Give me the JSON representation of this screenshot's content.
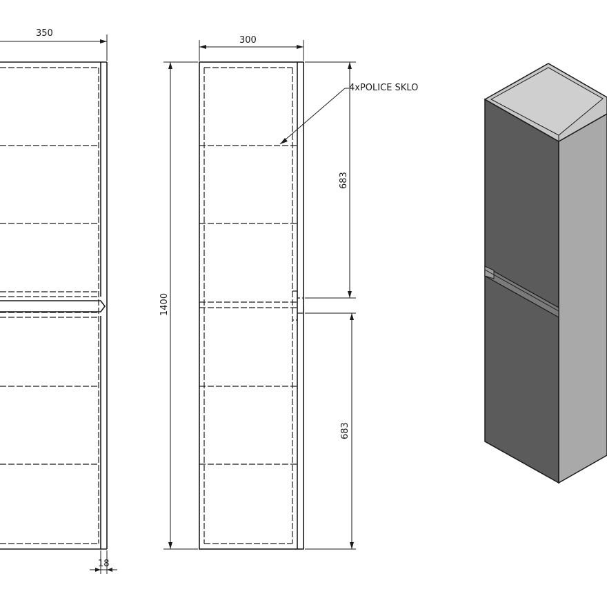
{
  "dimensions": {
    "depth": "350",
    "width": "300",
    "height": "1400",
    "upper_section": "683",
    "lower_section": "683",
    "panel_thickness": "18"
  },
  "annotations": {
    "shelves": "4xPOLICE SKLO"
  },
  "colors": {
    "line": "#1a1a1a",
    "iso_front": "#5b5b5b",
    "iso_side": "#a9a9a9",
    "iso_top": "#c7c7c7"
  }
}
